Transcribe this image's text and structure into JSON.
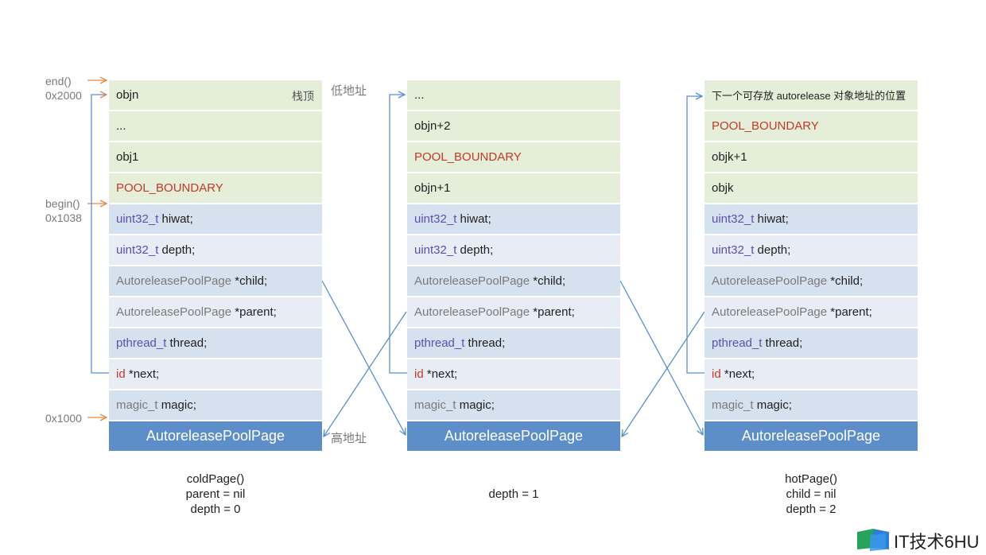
{
  "side_labels": {
    "end": "end()",
    "addr_2000": "0x2000",
    "begin": "begin()",
    "addr_1038": "0x1038",
    "addr_1000": "0x1000",
    "low_addr": "低地址",
    "high_addr": "高地址"
  },
  "cold": {
    "stack_top": "栈顶",
    "r1": "objn",
    "r2": "...",
    "r3": "obj1",
    "r4": "POOL_BOUNDARY",
    "header": "AutoreleasePoolPage",
    "caption": [
      "coldPage()",
      "parent = nil",
      "depth = 0"
    ]
  },
  "mid": {
    "r1": "...",
    "r2": "objn+2",
    "r3": "POOL_BOUNDARY",
    "r4": "objn+1",
    "header": "AutoreleasePoolPage",
    "caption": [
      "depth = 1"
    ]
  },
  "hot": {
    "r1": "下一个可存放 autorelease 对象地址的位置",
    "r2": "POOL_BOUNDARY",
    "r3": "objk+1",
    "r4": "objk",
    "header": "AutoreleasePoolPage",
    "caption": [
      "hotPage()",
      "child = nil",
      "depth = 2"
    ]
  },
  "fields": {
    "hiwat_type": "uint32_t",
    "hiwat_name": " hiwat;",
    "depth_type": "uint32_t",
    "depth_name": " depth;",
    "child_type": "AutoreleasePoolPage",
    "child_name": " *child;",
    "parent_type": "AutoreleasePoolPage",
    "parent_name": " *parent;",
    "thread_type": "pthread_t",
    "thread_name": " thread;",
    "next_type": "id",
    "next_name": " *next;",
    "magic_type": "magic_t",
    "magic_name": " magic;"
  },
  "watermark": "IT技术6HU",
  "colors": {
    "green_row": "#e4eed8",
    "blue_row_dark": "#d6e1ef",
    "blue_row_light": "#e7ecf5",
    "header": "#5d8ec9",
    "boundary_red": "#c0392b",
    "type_purple": "#5b4fb0",
    "arrow_orange": "#e08a44",
    "arrow_blue": "#5a8fd0"
  }
}
